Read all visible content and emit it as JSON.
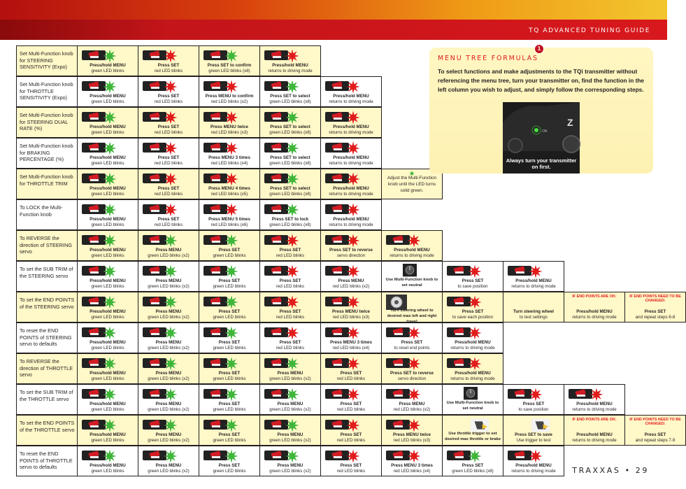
{
  "header": {
    "title": "TQ ADVANCED TUNING GUIDE"
  },
  "panel": {
    "title": "MENU TREE FORMULAS",
    "text": "To select functions and make adjustments to the TQi transmitter without referencing the menu tree, turn your transmitter on, find the function in the left column you wish to adjust, and simply follow the corresponding steps.",
    "badge": "1",
    "photo_caption": "Always turn your transmitter on first.",
    "photo_on_label": "ON"
  },
  "colors": {
    "red_led": "#e11c1c",
    "green_led": "#3fb63a",
    "panel_bg": "#fff6c2",
    "alt_row_bg": "#fff8c8"
  },
  "icons": {
    "transmitter": "transmitter-button-icon",
    "red_led": "red-led-burst-icon",
    "green_led": "green-led-burst-icon",
    "knob": "multi-function-knob-icon",
    "wheel": "steering-wheel-icon",
    "trigger": "throttle-trigger-icon"
  },
  "rows": [
    {
      "label": "Set Multi-Function knob for STEERING SENSITIVITY (Expo)",
      "cells": [
        {
          "b": "Press/hold MENU",
          "t": "green LED blinks",
          "icon": "green"
        },
        {
          "b": "Press SET",
          "t": "red LED blinks",
          "icon": "red"
        },
        {
          "b": "Press SET to confirm",
          "t": "green LED blinks (x8)",
          "icon": "green"
        },
        {
          "b": "Press/hold MENU",
          "t": "returns to driving mode",
          "icon": "red"
        }
      ]
    },
    {
      "label": "Set Multi-Function knob for THROTTLE SENSITIVITY (Expo)",
      "cells": [
        {
          "b": "Press/hold MENU",
          "t": "green LED blinks",
          "icon": "green"
        },
        {
          "b": "Press SET",
          "t": "red LED blinks",
          "icon": "red"
        },
        {
          "b": "Press MENU to confirm",
          "t": "red LED blinks (x2)",
          "icon": "red"
        },
        {
          "b": "Press SET to select",
          "t": "green LED blinks (x8)",
          "icon": "green"
        },
        {
          "b": "Press/hold MENU",
          "t": "returns to driving mode",
          "icon": "red"
        }
      ]
    },
    {
      "label": "Set Multi-Function knob for STEERING DUAL RATE (%)",
      "cells": [
        {
          "b": "Press/hold MENU",
          "t": "green LED blinks",
          "icon": "green"
        },
        {
          "b": "Press SET",
          "t": "red LED blinks",
          "icon": "red"
        },
        {
          "b": "Press MENU twice",
          "t": "red LED blinks (x3)",
          "icon": "red"
        },
        {
          "b": "Press SET to select",
          "t": "green LED blinks (x8)",
          "icon": "green"
        },
        {
          "b": "Press/hold MENU",
          "t": "returns to driving mode",
          "icon": "red"
        }
      ]
    },
    {
      "label": "Set Multi-Function knob for BRAKING PERCENTAGE (%)",
      "cells": [
        {
          "b": "Press/hold MENU",
          "t": "green LED blinks",
          "icon": "green"
        },
        {
          "b": "Press SET",
          "t": "red LED blinks",
          "icon": "red"
        },
        {
          "b": "Press MENU 3 times",
          "t": "red LED blinks (x4)",
          "icon": "red"
        },
        {
          "b": "Press SET to select",
          "t": "green LED blinks (x8)",
          "icon": "green"
        },
        {
          "b": "Press/hold MENU",
          "t": "returns to driving mode",
          "icon": "red"
        }
      ]
    },
    {
      "label": "Set Multi-Function knob for THROTTLE TRIM",
      "cells": [
        {
          "b": "Press/hold MENU",
          "t": "green LED blinks",
          "icon": "green"
        },
        {
          "b": "Press SET",
          "t": "red LED blinks",
          "icon": "red"
        },
        {
          "b": "Press MENU 4 times",
          "t": "red LED blinks (x5)",
          "icon": "red"
        },
        {
          "b": "Press SET to select",
          "t": "green LED blinks (x8)",
          "icon": "green"
        },
        {
          "b": "Press/hold MENU",
          "t": "returns to driving mode",
          "icon": "red"
        },
        {
          "note": "Adjust the Multi-Function knob until the LED turns solid green."
        }
      ]
    },
    {
      "label": "To LOCK the Multi-Function knob",
      "cells": [
        {
          "b": "Press/hold MENU",
          "t": "green LED blinks",
          "icon": "green"
        },
        {
          "b": "Press SET",
          "t": "red LED blinks",
          "icon": "red"
        },
        {
          "b": "Press MENU 5 times",
          "t": "red LED blinks (x6)",
          "icon": "red"
        },
        {
          "b": "Press SET to lock",
          "t": "green LED blinks (x8)",
          "icon": "green"
        },
        {
          "b": "Press/hold MENU",
          "t": "returns to driving mode",
          "icon": "red"
        }
      ]
    },
    {
      "label": "To REVERSE the direction of STEERING servo",
      "cells": [
        {
          "b": "Press/hold MENU",
          "t": "green LED blinks",
          "icon": "green"
        },
        {
          "b": "Press MENU",
          "t": "green LED blinks (x2)",
          "icon": "green"
        },
        {
          "b": "Press SET",
          "t": "green LED blinks",
          "icon": "green"
        },
        {
          "b": "Press SET",
          "t": "red LED blinks",
          "icon": "red"
        },
        {
          "b": "Press SET to reverse",
          "t": "servo direction",
          "icon": "red"
        },
        {
          "b": "Press/hold MENU",
          "t": "returns to driving mode",
          "icon": "red"
        }
      ]
    },
    {
      "label": "To set the SUB TRIM of the STEERING servo",
      "cells": [
        {
          "b": "Press/hold MENU",
          "t": "green LED blinks",
          "icon": "green"
        },
        {
          "b": "Press MENU",
          "t": "green LED blinks (x2)",
          "icon": "green"
        },
        {
          "b": "Press SET",
          "t": "green LED blinks",
          "icon": "green"
        },
        {
          "b": "Press SET",
          "t": "red LED blinks",
          "icon": "red"
        },
        {
          "b": "Press MENU",
          "t": "red LED blinks (x2)",
          "icon": "red"
        },
        {
          "b": "Use Multi-Function knob to set neutral",
          "t": "",
          "icon": "knob"
        },
        {
          "b": "Press SET",
          "t": "to save position",
          "icon": "red"
        },
        {
          "b": "Press/hold MENU",
          "t": "returns to driving mode",
          "icon": "red"
        }
      ]
    },
    {
      "label": "To set the END POINTS of the STEERING servo",
      "cells": [
        {
          "b": "Press/hold MENU",
          "t": "green LED blinks",
          "icon": "green"
        },
        {
          "b": "Press MENU",
          "t": "green LED blinks (x2)",
          "icon": "green"
        },
        {
          "b": "Press SET",
          "t": "green LED blinks",
          "icon": "green"
        },
        {
          "b": "Press SET",
          "t": "red LED blinks",
          "icon": "red"
        },
        {
          "b": "Press MENU twice",
          "t": "red LED blinks (x3)",
          "icon": "red"
        },
        {
          "b": "Turn steering wheel to desired max left and right travel",
          "t": "",
          "icon": "wheel"
        },
        {
          "b": "Press SET",
          "t": "to save each position",
          "icon": "red"
        },
        {
          "b": "Turn steering wheel",
          "t": "to test settings",
          "icon": "none"
        },
        {
          "warn": "IF END POINTS ARE OK:",
          "b": "Press/hold MENU",
          "t": "returns to driving mode"
        },
        {
          "warn": "IF END POINTS NEED TO BE CHANGED:",
          "b": "Press SET",
          "t": "and repeat steps 6-8"
        }
      ]
    },
    {
      "label": "To reset the END POINTS of STEERING servo to defaults",
      "cells": [
        {
          "b": "Press/hold MENU",
          "t": "green LED blinks",
          "icon": "green"
        },
        {
          "b": "Press MENU",
          "t": "green LED blinks (x2)",
          "icon": "green"
        },
        {
          "b": "Press SET",
          "t": "green LED blinks",
          "icon": "green"
        },
        {
          "b": "Press SET",
          "t": "red LED blinks",
          "icon": "red"
        },
        {
          "b": "Press MENU 3 times",
          "t": "red LED blinks (x4)",
          "icon": "red"
        },
        {
          "b": "Press SET",
          "t": "to reset end points",
          "icon": "red"
        },
        {
          "b": "Press/hold MENU",
          "t": "returns to driving mode",
          "icon": "red"
        }
      ]
    },
    {
      "label": "To REVERSE the direction of THROTTLE servo",
      "cells": [
        {
          "b": "Press/hold MENU",
          "t": "green LED blinks",
          "icon": "green"
        },
        {
          "b": "Press MENU",
          "t": "green LED blinks (x2)",
          "icon": "green"
        },
        {
          "b": "Press SET",
          "t": "green LED blinks",
          "icon": "green"
        },
        {
          "b": "Press MENU",
          "t": "green LED blinks (x2)",
          "icon": "green"
        },
        {
          "b": "Press SET",
          "t": "red LED blinks",
          "icon": "red"
        },
        {
          "b": "Press SET to reverse",
          "t": "servo direction",
          "icon": "red"
        },
        {
          "b": "Press/hold MENU",
          "t": "returns to driving mode",
          "icon": "red"
        }
      ]
    },
    {
      "label": "To set the SUB TRIM of the THROTTLE servo",
      "cells": [
        {
          "b": "Press/hold MENU",
          "t": "green LED blinks",
          "icon": "green"
        },
        {
          "b": "Press MENU",
          "t": "green LED blinks (x2)",
          "icon": "green"
        },
        {
          "b": "Press SET",
          "t": "green LED blinks",
          "icon": "green"
        },
        {
          "b": "Press MENU",
          "t": "green LED blinks (x2)",
          "icon": "green"
        },
        {
          "b": "Press SET",
          "t": "red LED blinks",
          "icon": "red"
        },
        {
          "b": "Press MENU",
          "t": "red LED blinks (x2)",
          "icon": "red"
        },
        {
          "b": "Use Multi-Function knob to set neutral",
          "t": "",
          "icon": "knob"
        },
        {
          "b": "Press SET",
          "t": "to save position",
          "icon": "red"
        },
        {
          "b": "Press/hold MENU",
          "t": "returns to driving mode",
          "icon": "red"
        }
      ]
    },
    {
      "label": "To set the END POINTS of the THROTTLE servo",
      "cells": [
        {
          "b": "Press/hold MENU",
          "t": "green LED blinks",
          "icon": "green"
        },
        {
          "b": "Press MENU",
          "t": "green LED blinks (x2)",
          "icon": "green"
        },
        {
          "b": "Press SET",
          "t": "green LED blinks",
          "icon": "green"
        },
        {
          "b": "Press MENU",
          "t": "green LED blinks (x2)",
          "icon": "green"
        },
        {
          "b": "Press SET",
          "t": "red LED blinks",
          "icon": "red"
        },
        {
          "b": "Press MENU twice",
          "t": "red LED blinks (x3)",
          "icon": "red"
        },
        {
          "b": "Use throttle trigger to set desired max throttle or brake",
          "t": "",
          "icon": "trigger"
        },
        {
          "b": "Press SET to save",
          "t": "Use trigger to test",
          "icon": "trigger"
        },
        {
          "warn": "IF END POINTS ARE OK:",
          "b": "Press/hold MENU",
          "t": "returns to driving mode"
        },
        {
          "warn": "IF END POINTS NEED TO BE CHANGED:",
          "b": "Press SET",
          "t": "and repeat steps 7-9"
        }
      ]
    },
    {
      "label": "To reset the END POINTS of THROTTLE servo to defaults",
      "cells": [
        {
          "b": "Press/hold MENU",
          "t": "green LED blinks",
          "icon": "green"
        },
        {
          "b": "Press MENU",
          "t": "green LED blinks (x2)",
          "icon": "green"
        },
        {
          "b": "Press SET",
          "t": "green LED blinks",
          "icon": "green"
        },
        {
          "b": "Press MENU",
          "t": "green LED blinks (x2)",
          "icon": "green"
        },
        {
          "b": "Press SET",
          "t": "red LED blinks",
          "icon": "red"
        },
        {
          "b": "Press MENU 3 times",
          "t": "red LED blinks (x4)",
          "icon": "red"
        },
        {
          "b": "Press SET",
          "t": "green LED blinks (x8)",
          "icon": "green"
        },
        {
          "b": "Press/hold MENU",
          "t": "returns to driving mode",
          "icon": "red"
        }
      ]
    }
  ],
  "footer": {
    "brand": "TRAXXAS",
    "separator": "•",
    "page": "29"
  }
}
